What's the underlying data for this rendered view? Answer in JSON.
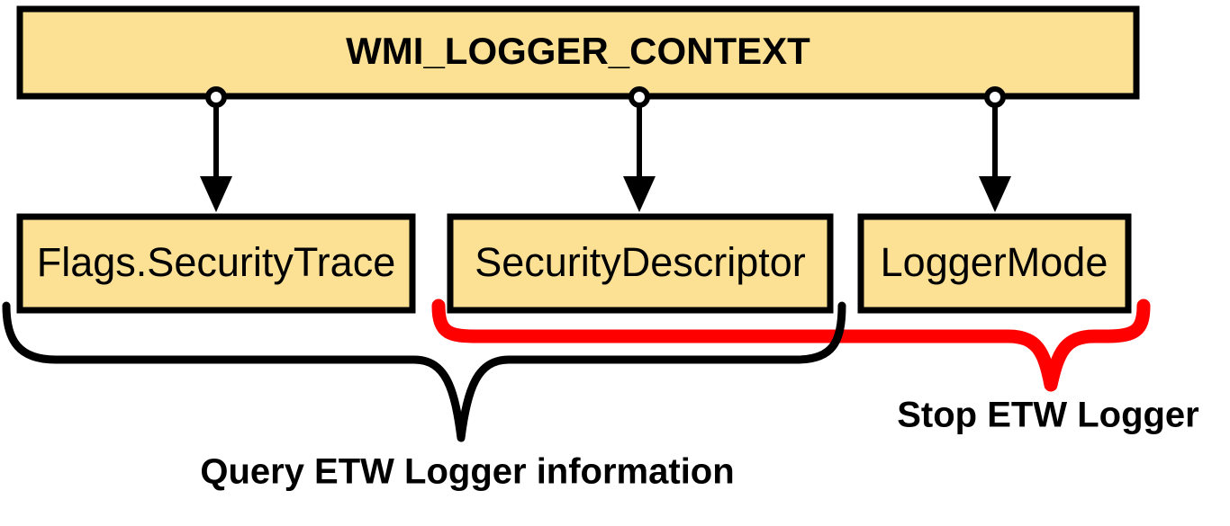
{
  "diagram": {
    "title": "WMI_LOGGER_CONTEXT field usage diagram",
    "colors": {
      "box_fill": "#FCE195",
      "box_stroke": "#000000",
      "black_brace": "#000000",
      "red_brace": "#FF0000",
      "background": "#FFFFFF"
    },
    "header": {
      "label": "WMI_LOGGER_CONTEXT"
    },
    "fields": [
      {
        "label": "Flags.SecurityTrace"
      },
      {
        "label": "SecurityDescriptor"
      },
      {
        "label": "LoggerMode"
      }
    ],
    "annotations": [
      {
        "label": "Query ETW Logger information",
        "color": "#000000",
        "covers": "Flags.SecurityTrace, SecurityDescriptor"
      },
      {
        "label": "Stop ETW Logger",
        "color": "#FF0000",
        "covers": "SecurityDescriptor, LoggerMode"
      }
    ]
  }
}
